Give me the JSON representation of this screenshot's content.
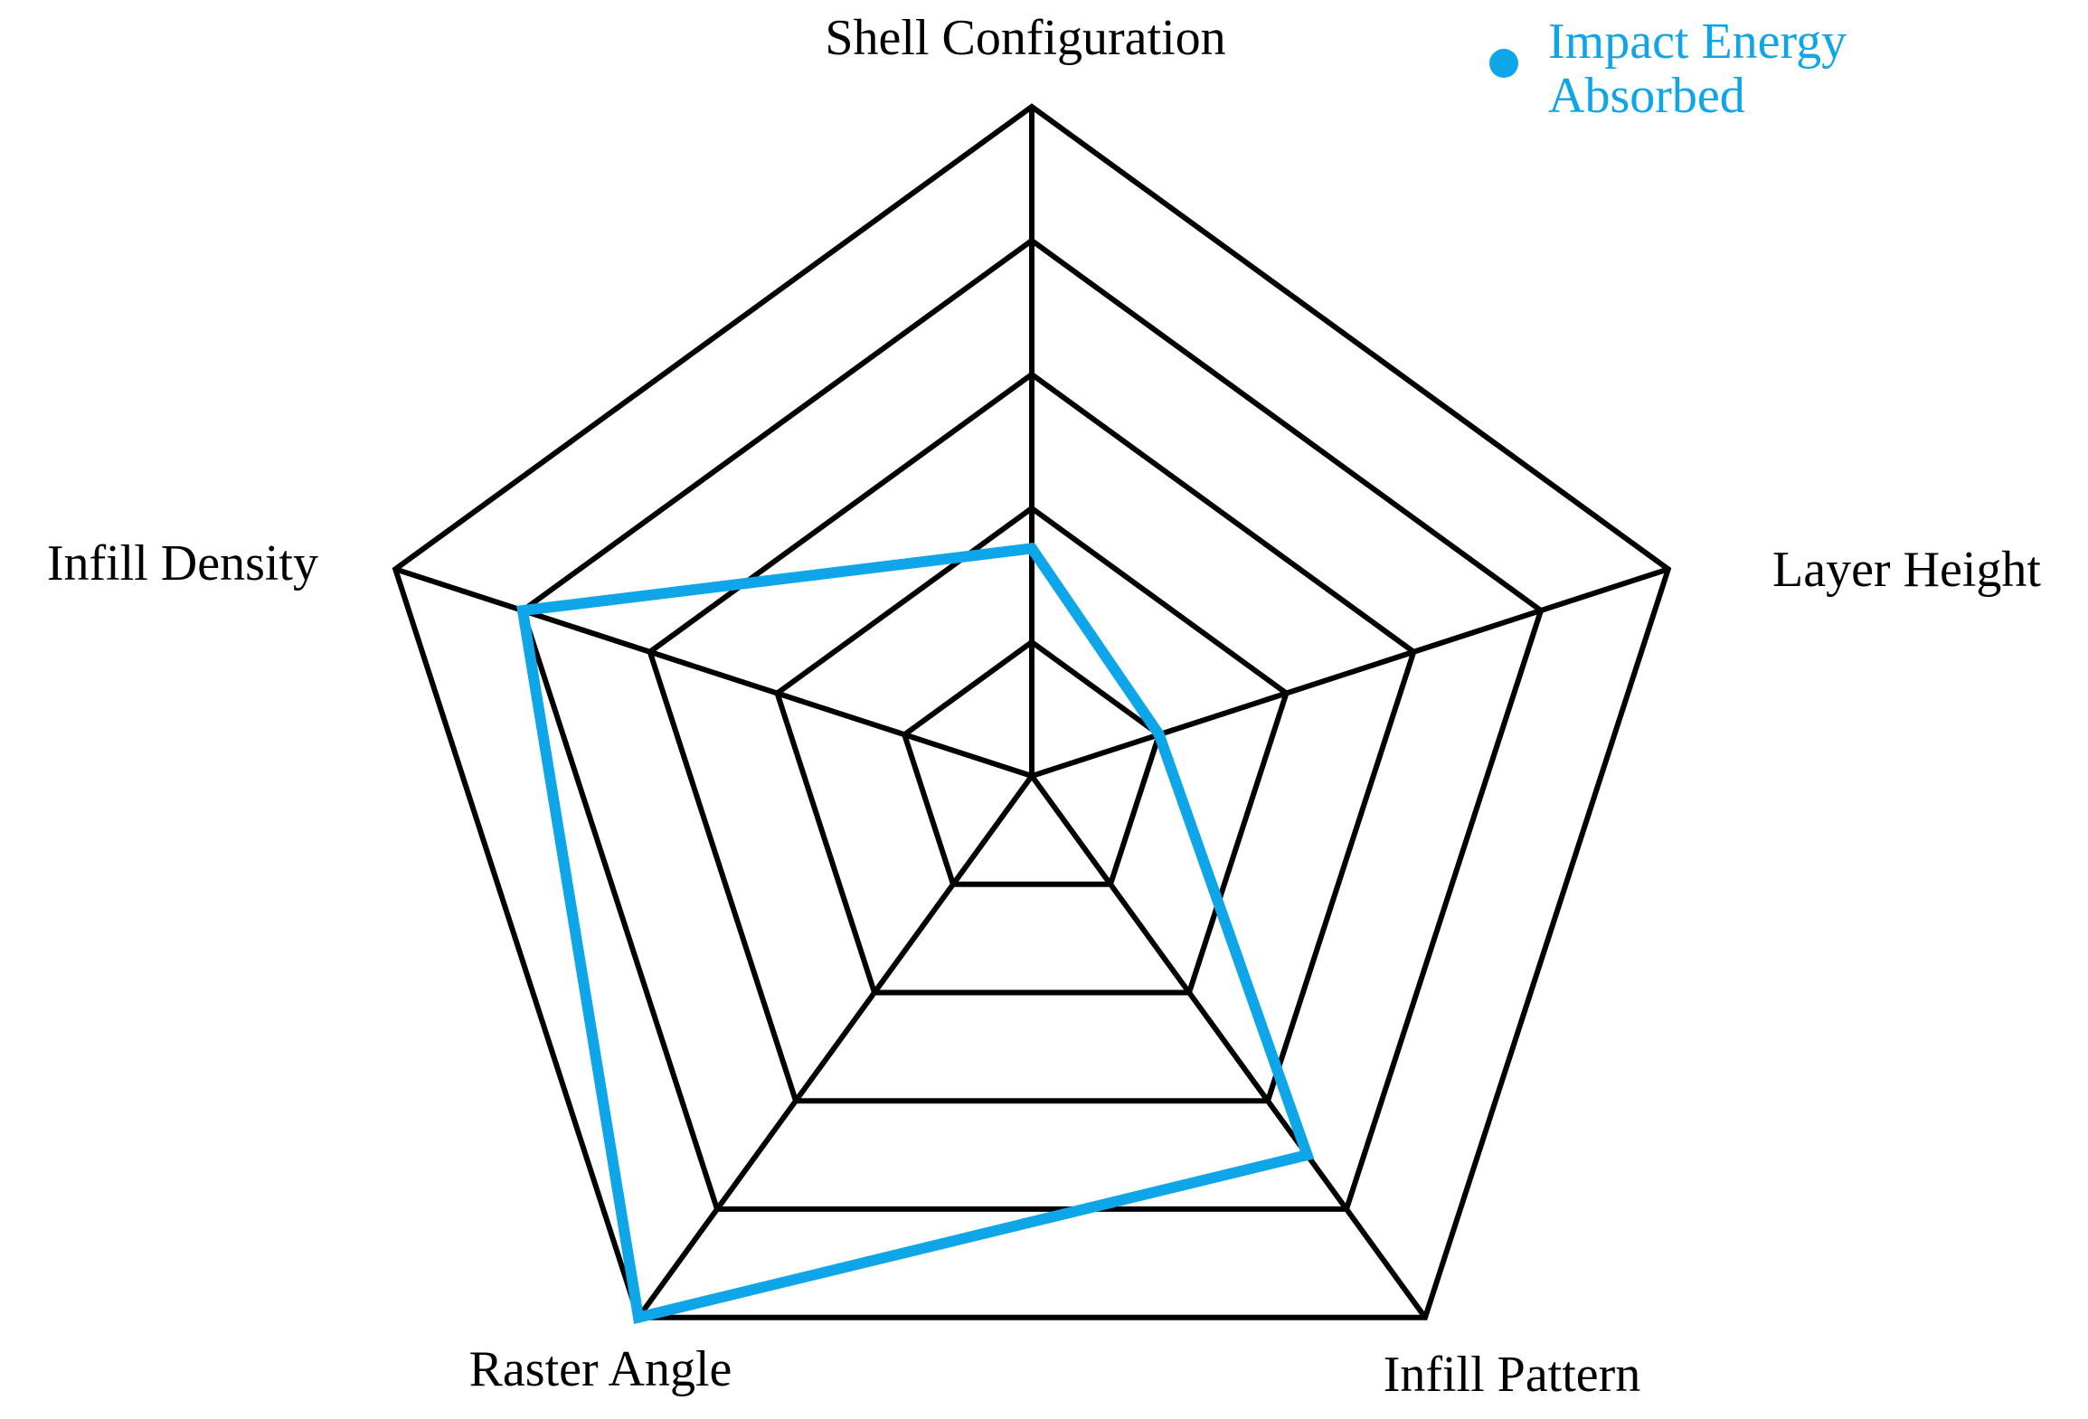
{
  "chart_data": {
    "type": "radar",
    "axes": [
      "Shell Configuration",
      "Layer Height",
      "Infill Pattern",
      "Raster Angle",
      "Infill Density"
    ],
    "rings": 5,
    "range": [
      0,
      5
    ],
    "grid": true,
    "legend_position": "top-right",
    "series": [
      {
        "name": "Impact Energy Absorbed",
        "values": [
          1.7,
          1.0,
          3.5,
          5.0,
          4.0
        ],
        "color": "#0ea5e9"
      }
    ],
    "colors": {
      "grid": "#000000",
      "text": "#000000"
    }
  }
}
